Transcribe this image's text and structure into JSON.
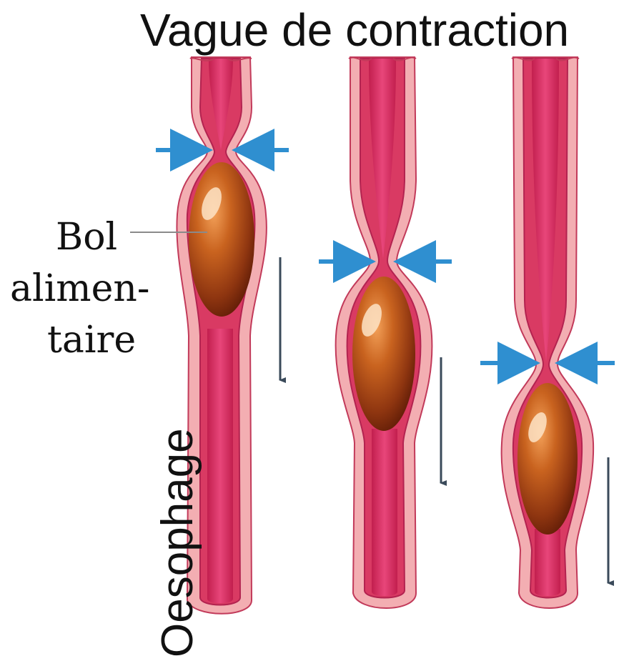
{
  "title": "Vague de contraction",
  "bolus_label": {
    "line1": "Bol",
    "line2": "alimen-",
    "line3": "taire"
  },
  "vertical_label": "Oesophage",
  "colors": {
    "wall_outer": "#f2a7ac",
    "wall_inner": "#d6375f",
    "lumen": "#e23c6b",
    "bolus": "#b5521e",
    "bolus_dark": "#7a2a0c",
    "contraction_arrow": "#2f8fd0",
    "motion_arrow": "#3a4a5a"
  },
  "icons": [
    "contraction-arrow-icon",
    "downward-arrow-icon"
  ]
}
